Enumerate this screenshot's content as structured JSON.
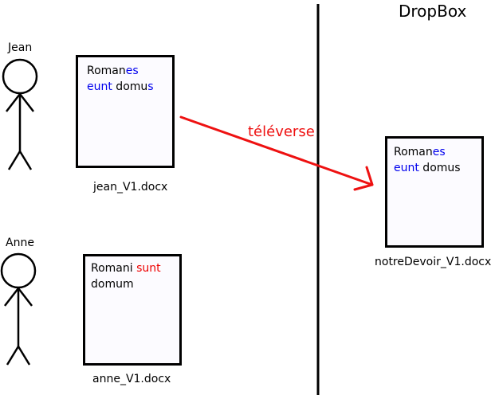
{
  "title": "DropBox",
  "people": [
    {
      "name": "Jean"
    },
    {
      "name": "Anne"
    }
  ],
  "documents": {
    "jean": {
      "filename": "jean_V1.docx",
      "line1_a": "Roman",
      "line1_b": "es",
      "line2_a": "eunt",
      "line2_b": " domu",
      "line2_c": "s"
    },
    "anne": {
      "filename": "anne_V1.docx",
      "line1_a": "Romani ",
      "line1_b": "sunt",
      "line2_a": "domum"
    },
    "shared": {
      "filename": "notreDevoir_V1.docx",
      "line1_a": "Roman",
      "line1_b": "es",
      "line2_a": "eunt",
      "line2_b": " domus"
    }
  },
  "arrow": {
    "label": "téléverse",
    "color": "#ee1111"
  },
  "colors": {
    "blue": "#0000ee",
    "red": "#ee0000"
  }
}
